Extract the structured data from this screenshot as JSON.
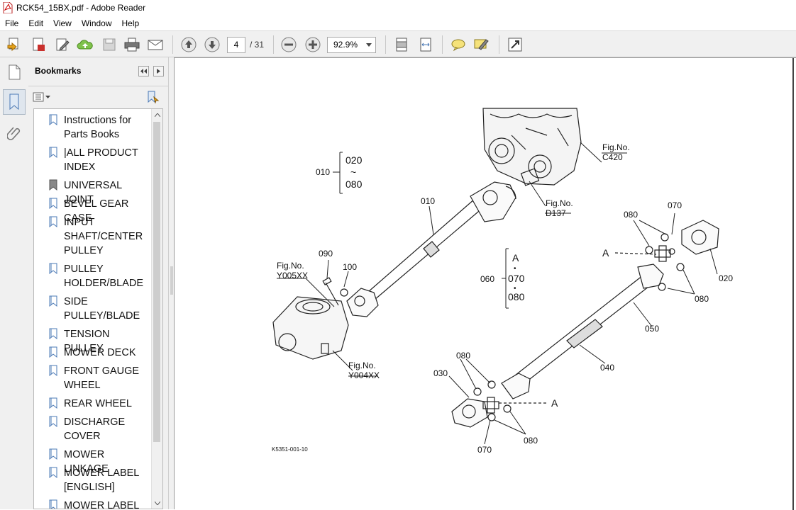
{
  "window": {
    "title": "RCK54_15BX.pdf - Adobe Reader"
  },
  "menu": [
    "File",
    "Edit",
    "View",
    "Window",
    "Help"
  ],
  "toolbar": {
    "current_page": "4",
    "page_total": "/ 31",
    "zoom": "92.9%"
  },
  "icons": {
    "page-thumbnails": "page-icon",
    "bookmarks": "bookmark-icon",
    "attachments": "paperclip-icon"
  },
  "bookmarks": {
    "title": "Bookmarks",
    "items": [
      {
        "label": "Instructions for Parts Books"
      },
      {
        "label": "|ALL PRODUCT INDEX"
      },
      {
        "label": "UNIVERSAL JOINT"
      },
      {
        "label": "BEVEL GEAR CASE"
      },
      {
        "label": "INPUT SHAFT/CENTER PULLEY"
      },
      {
        "label": "PULLEY HOLDER/BLADE"
      },
      {
        "label": "SIDE PULLEY/BLADE"
      },
      {
        "label": "TENSION PULLEY"
      },
      {
        "label": "MOWER DECK"
      },
      {
        "label": "FRONT GAUGE WHEEL"
      },
      {
        "label": "REAR WHEEL"
      },
      {
        "label": "DISCHARGE COVER"
      },
      {
        "label": "MOWER LINKAGE"
      },
      {
        "label": "MOWER LABEL [ENGLISH]"
      },
      {
        "label": "MOWER LABEL"
      }
    ]
  },
  "diagram": {
    "fig_no": "Fig.No.",
    "fig_c420": "C420",
    "fig_d137": "D137",
    "fig_y005xx": "Y005XX",
    "fig_y004xx": "Y004XX",
    "p010": "010",
    "p020": "020",
    "p030": "030",
    "p040": "040",
    "p050": "050",
    "p060": "060",
    "p070": "070",
    "p080": "080",
    "p090": "090",
    "p100": "100",
    "tilde": "~",
    "dot": "•",
    "letter_a": "A",
    "code": "K5351-001-10"
  },
  "colors": {
    "toolbar_bg": "#f0f0f0",
    "panel_bg": "#f0f0f0",
    "accent": "#4a78b5"
  }
}
